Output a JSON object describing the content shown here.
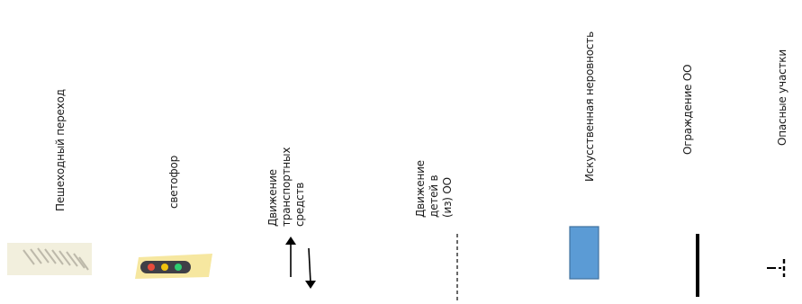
{
  "legend": {
    "items": [
      {
        "id": "crosswalk",
        "label": "Пешеходный переход",
        "icon": "crosswalk-icon"
      },
      {
        "id": "traffic-light",
        "label": "светофор",
        "icon": "traffic-light-icon"
      },
      {
        "id": "vehicle-traffic",
        "label": "Движение\nтранспортных\nсредств",
        "icon": "two-way-arrows-icon"
      },
      {
        "id": "children-movement",
        "label": "Движение\nдетей в\n(из) ОО",
        "icon": "dashed-line-icon"
      },
      {
        "id": "speed-bump",
        "label": "Искусственная неровность",
        "icon": "speed-bump-icon",
        "color": "#5b9bd5"
      },
      {
        "id": "fence",
        "label": "Ограждение ОО",
        "icon": "fence-line-icon",
        "color": "#000000"
      },
      {
        "id": "danger-zones",
        "label": "Опасные участки",
        "icon": "dash-dot-line-icon",
        "color": "#000000"
      }
    ]
  }
}
